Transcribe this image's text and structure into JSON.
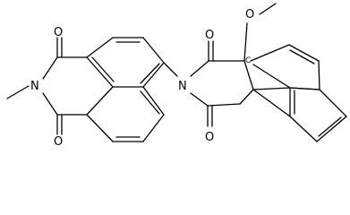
{
  "molecule": {
    "atoms": {
      "o_top_left": "O",
      "n_left": "N",
      "o_bottom_left": "O",
      "n_right": "N",
      "o_top_right": "O",
      "o_bottom_right": "O",
      "o_methoxy": "O",
      "c_quaternary": "C"
    },
    "colors": {
      "ink": "#000000",
      "background": "#ffffff"
    }
  }
}
